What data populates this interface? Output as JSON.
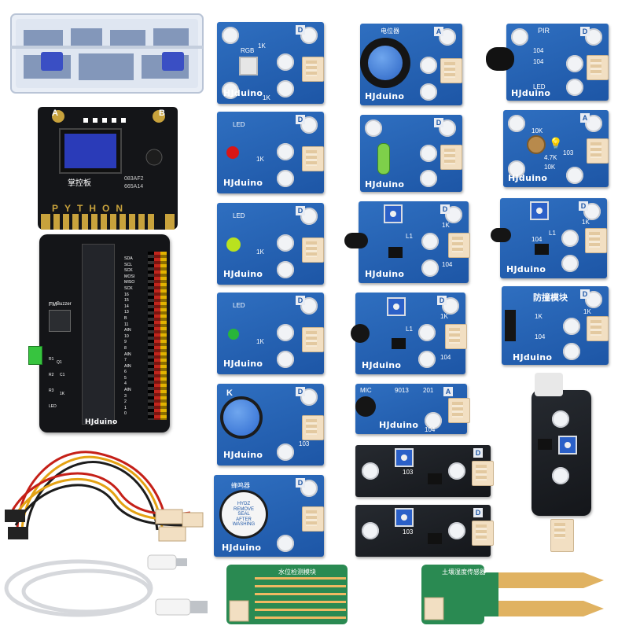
{
  "colors": {
    "board_blue": "#1d56a6",
    "board_dark": "#15171b",
    "pcb_green": "#2a8a52",
    "connector": "#f2dfc2"
  },
  "brand": "HJduino",
  "modules": {
    "rgb": {
      "title": "RGB",
      "letter": "D",
      "r1": "1K",
      "r2": "1K"
    },
    "pot": {
      "title": "电位器",
      "letter": "A"
    },
    "pir": {
      "title": "PIR",
      "letter": "D",
      "r1": "104",
      "r2": "104",
      "r3": "LED"
    },
    "led_red": {
      "title": "LED",
      "letter": "D",
      "r1": "1K"
    },
    "tilt": {
      "letter": "D"
    },
    "light": {
      "letter": "A",
      "r1": "10K",
      "r2": "4.7K",
      "r3": "103",
      "r4": "10K"
    },
    "led_yel": {
      "title": "LED",
      "letter": "D",
      "r1": "1K"
    },
    "ir1": {
      "letter": "D",
      "r1": "L1",
      "r2": "104",
      "r3": "1K"
    },
    "ir2": {
      "letter": "D",
      "r1": "L1",
      "r2": "104",
      "r3": "1K"
    },
    "led_grn": {
      "title": "LED",
      "letter": "D",
      "r1": "1K"
    },
    "hall": {
      "letter": "D",
      "r1": "L1",
      "r2": "104",
      "r3": "1K"
    },
    "collision": {
      "title": "防撞模块",
      "letter": "D",
      "r1": "1K",
      "r2": "104",
      "r3": "1K"
    },
    "button": {
      "title": "K",
      "letter": "D",
      "r1": "103"
    },
    "mic": {
      "title": "MIC",
      "letter": "A",
      "r1": "9013",
      "r2": "201",
      "r3": "104"
    },
    "buzzer": {
      "title": "蜂鸣器",
      "letter": "D",
      "sticker": [
        "HYDZ",
        "REMOVE",
        "SEAL",
        "AFTER",
        "WASHING"
      ]
    },
    "flame_a": {
      "letter": "D",
      "r1": "103"
    },
    "flame_b": {
      "letter": "D",
      "r1": "103"
    }
  },
  "controller": {
    "a": "A",
    "b": "B",
    "name_cn": "掌控板",
    "code1": "083AF2",
    "code2": "665A14",
    "logo": "PYTHON"
  },
  "expansion": {
    "fm": "FM",
    "buzzer": "Buzzer",
    "pins": [
      "SDA",
      "SCL",
      "SCK",
      "MOSI",
      "MISO",
      "SCK",
      "16",
      "15",
      "14",
      "13",
      "B",
      "11",
      "AIN",
      "10",
      "9",
      "8",
      "AIN",
      "7",
      "AIN",
      "6",
      "5",
      "4",
      "AIN",
      "3",
      "2",
      "1",
      "0"
    ],
    "r1": "R1",
    "r2": "R2",
    "r3": "R3",
    "c1": "C1",
    "q1": "Q1",
    "r4": "1K",
    "led": "LED"
  },
  "sensors": {
    "water": "水位检测模块",
    "soil": "土壤湿度传感器"
  }
}
